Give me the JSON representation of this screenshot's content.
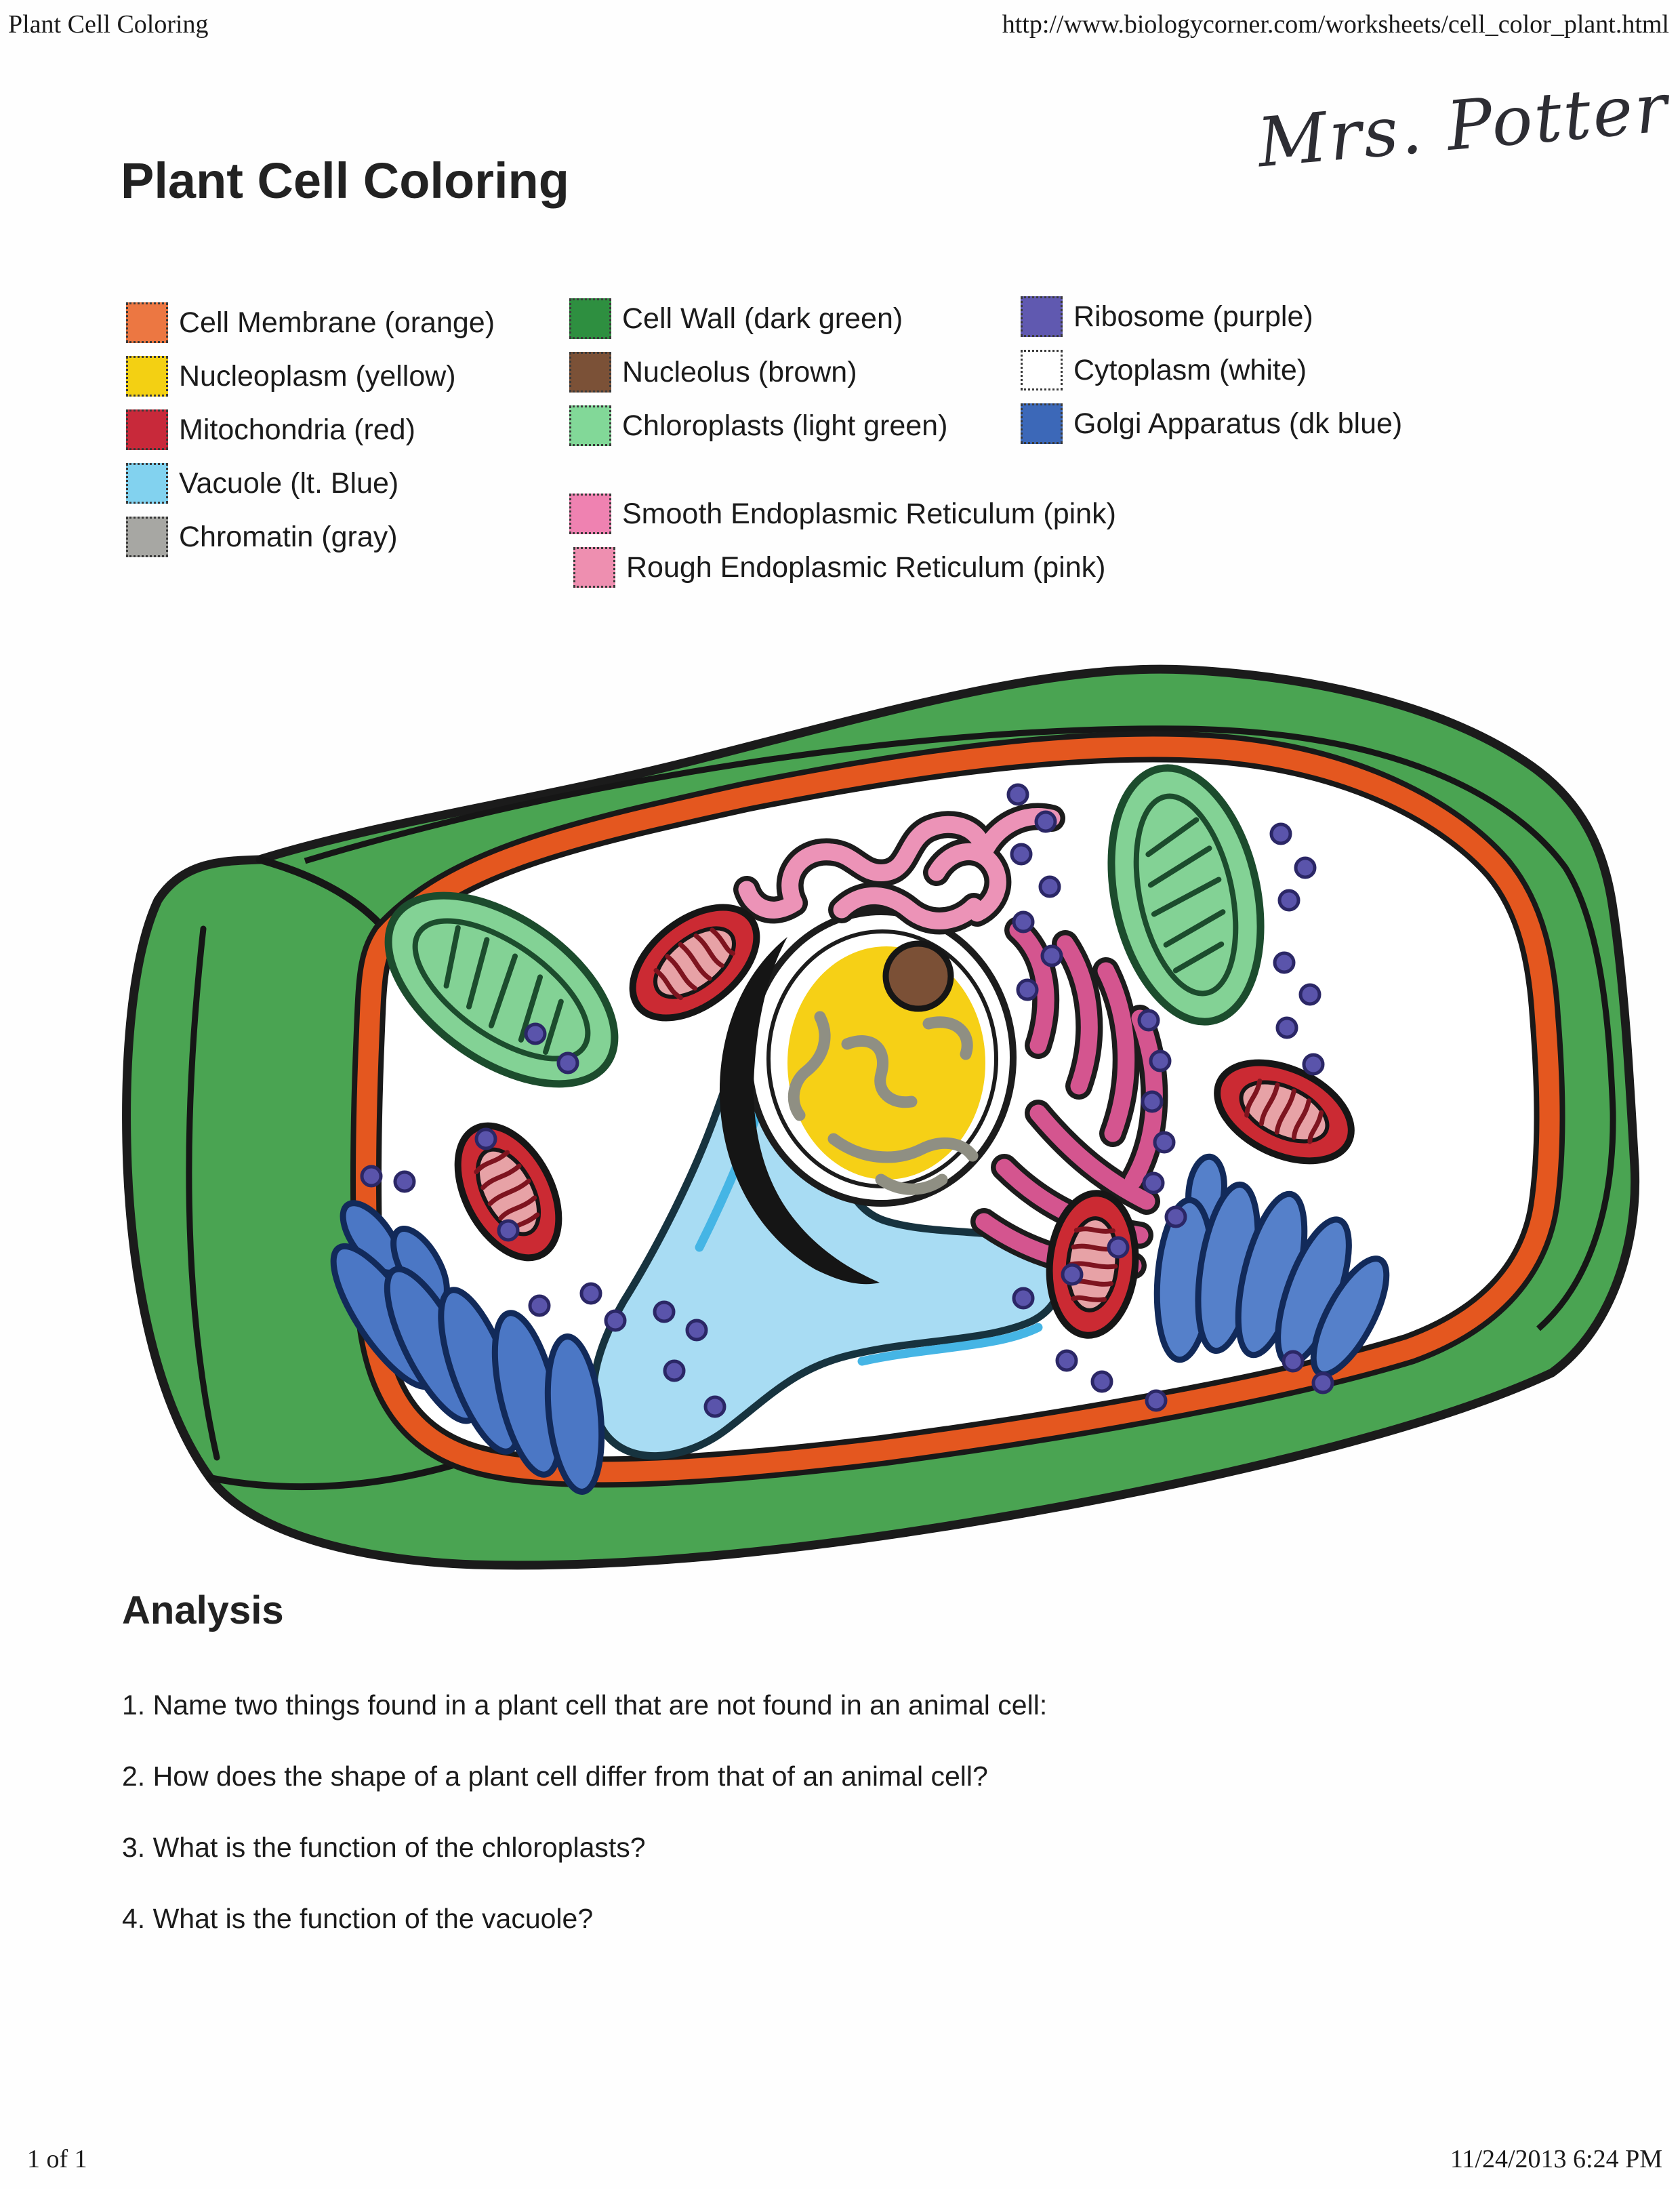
{
  "page": {
    "header_left": "Plant Cell Coloring",
    "header_right": "http://www.biologycorner.com/worksheets/cell_color_plant.html",
    "handwritten_name": "Mrs. Potter",
    "title": "Plant Cell Coloring",
    "footer_left": "1 of 1",
    "footer_right": "11/24/2013 6:24 PM"
  },
  "legend": {
    "items": [
      {
        "label": "Cell Membrane (orange)",
        "color": "#ec7742"
      },
      {
        "label": "Nucleoplasm (yellow)",
        "color": "#f3d013"
      },
      {
        "label": "Mitochondria (red)",
        "color": "#c8293a"
      },
      {
        "label": "Vacuole (lt. Blue)",
        "color": "#82d2ef"
      },
      {
        "label": "Chromatin (gray)",
        "color": "#a7a7a3"
      },
      {
        "label": "Cell Wall (dark green)",
        "color": "#2e8f40"
      },
      {
        "label": "Nucleolus (brown)",
        "color": "#7b5137"
      },
      {
        "label": "Chloroplasts (light green)",
        "color": "#82d898"
      },
      {
        "label": "Smooth Endoplasmic Reticulum (pink)",
        "color": "#ef82b1"
      },
      {
        "label": "Rough Endoplasmic Reticulum (pink)",
        "color": "#ee8fb0"
      },
      {
        "label": "Ribosome (purple)",
        "color": "#6059b0"
      },
      {
        "label": "Cytoplasm (white)",
        "color": "#ffffff"
      },
      {
        "label": "Golgi Apparatus (dk blue)",
        "color": "#3c68b8"
      }
    ]
  },
  "analysis": {
    "heading": "Analysis",
    "questions": [
      "1. Name two things found in a plant cell that are not found in an animal cell:",
      "2. How does the shape of a plant cell differ from that of an animal cell?",
      "3. What is the function of the chloroplasts?",
      "4. What is the function of the vacuole?"
    ]
  },
  "diagram": {
    "organelles": [
      "cell wall",
      "cell membrane",
      "cytoplasm",
      "nucleus",
      "nucleolus",
      "nucleoplasm",
      "chromatin",
      "vacuole",
      "chloroplast",
      "mitochondrion",
      "smooth endoplasmic reticulum",
      "rough endoplasmic reticulum",
      "golgi apparatus",
      "ribosome"
    ],
    "colors": {
      "cell_wall": "#4aa452",
      "membrane": "#e4571f",
      "vacuole": "#a8dcf3",
      "nucleoplasm": "#f6d016",
      "nucleolus": "#7b5036",
      "chromatin": "#8f8f83",
      "chloroplast": "#83d295",
      "mitochondria": "#cb2a33",
      "golgi": "#4b77c5",
      "smooth_er": "#ec93b7",
      "rough_er": "#d4558f",
      "ribosome": "#5a54ab"
    }
  }
}
